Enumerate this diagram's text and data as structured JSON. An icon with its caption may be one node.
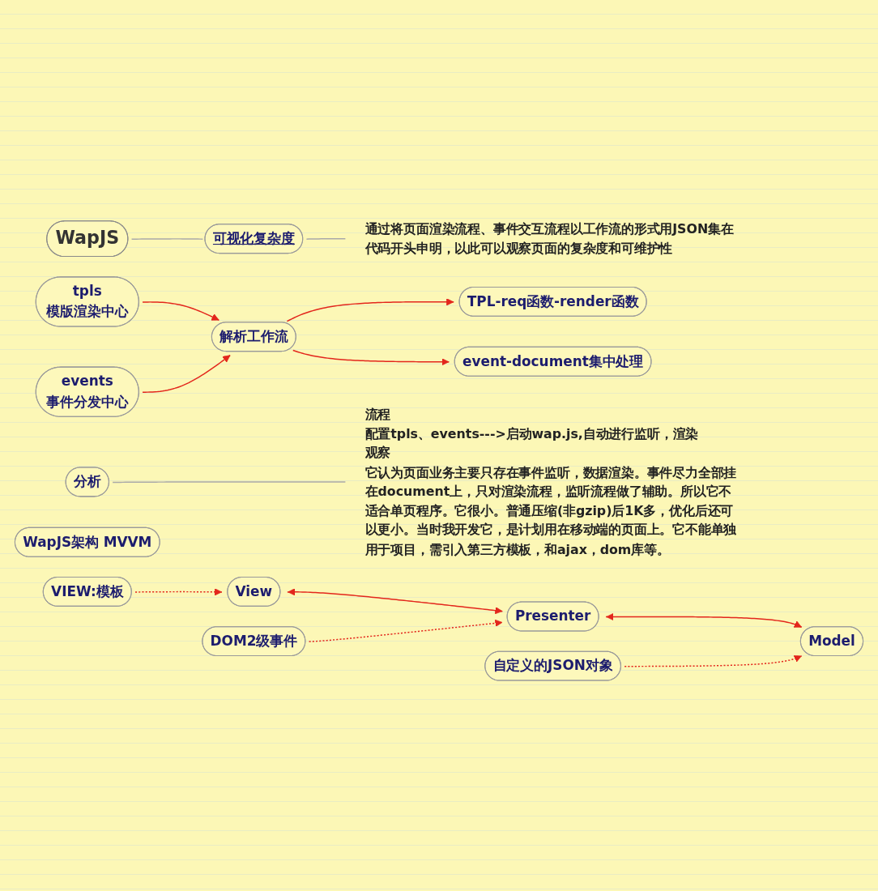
{
  "diagram": {
    "nodes": [
      {
        "text": [
          "WapJS"
        ]
      },
      {
        "text": [
          "可视化复杂度"
        ]
      },
      {
        "text": [
          "通过将页面渲染流程、事件交互流程以工作流的形式用JSON集在代码开头申明，以此可以观察页面的复杂度和可维护性"
        ]
      },
      {
        "text": [
          "tpls",
          "模版渲染中心"
        ]
      },
      {
        "text": [
          "events",
          "事件分发中心"
        ]
      },
      {
        "text": [
          "解析工作流"
        ]
      },
      {
        "text": [
          "TPL-req函数-render函数"
        ]
      },
      {
        "text": [
          "event-document集中处理"
        ]
      },
      {
        "text": [
          "分析"
        ]
      },
      {
        "text": [
          "流程",
          "配置tpls、events--->启动wap.js,自动进行监听，渲染",
          "观察",
          "它认为页面业务主要只存在事件监听，数据渲染。事件尽力全部挂在document上，只对渲染流程，监听流程做了辅助。所以它不适合单页程序。它很小。普通压缩(非gzip)后1K多，优化后还可以更小。当时我开发它，是计划用在移动端的页面上。它不能单独用于项目，需引入第三方模板，和ajax，dom库等。"
        ]
      },
      {
        "text": [
          "WapJS架构 MVVM"
        ]
      },
      {
        "text": [
          "View"
        ]
      },
      {
        "text": [
          "Presenter"
        ]
      },
      {
        "text": [
          "Model"
        ]
      },
      {
        "text": [
          "VIEW:模板"
        ]
      },
      {
        "text": [
          "DOM2级事件"
        ]
      },
      {
        "text": [
          "自定义的JSON对象"
        ]
      }
    ],
    "edges": [
      {
        "from": 0,
        "to": 1,
        "arrow": "none",
        "color": "#a9a9a9"
      },
      {
        "from": 1,
        "to": 2,
        "arrow": "none",
        "color": "#a9a9a9"
      },
      {
        "from": 3,
        "to": 5,
        "arrow": "to"
      },
      {
        "from": 4,
        "to": 5,
        "arrow": "to"
      },
      {
        "from": 5,
        "to": 6,
        "arrow": "to"
      },
      {
        "from": 5,
        "to": 7,
        "arrow": "to"
      },
      {
        "from": 8,
        "to": 9,
        "arrow": "none",
        "color": "#a9a9a9"
      },
      {
        "from": 11,
        "to": 12,
        "arrow": "both"
      },
      {
        "from": 12,
        "to": 13,
        "arrow": "both"
      },
      {
        "from": 14,
        "to": 11,
        "arrow": "to",
        "style": "dashed"
      },
      {
        "from": 15,
        "to": 12,
        "arrow": "to",
        "style": "dashed"
      },
      {
        "from": 16,
        "to": 13,
        "arrow": "to",
        "style": "dashed"
      }
    ]
  }
}
